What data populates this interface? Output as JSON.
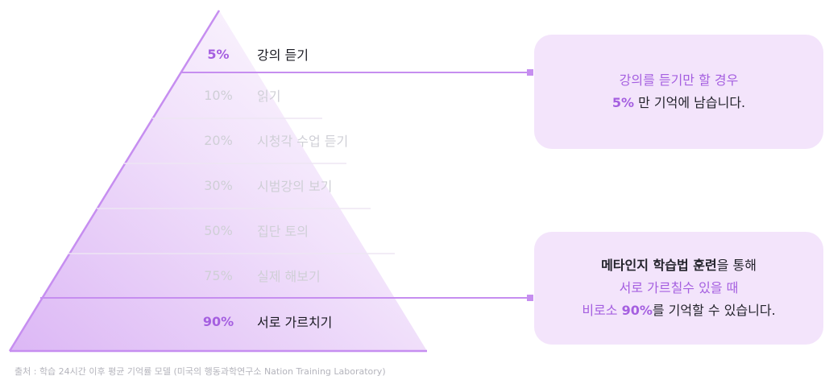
{
  "levels": [
    {
      "percent": "5%",
      "label": "강의 듣기"
    },
    {
      "percent": "10%",
      "label": "읽기"
    },
    {
      "percent": "20%",
      "label": "시청각 수업 듣기"
    },
    {
      "percent": "30%",
      "label": "시범강의 보기"
    },
    {
      "percent": "50%",
      "label": "집단 토의"
    },
    {
      "percent": "75%",
      "label": "실제 해보기"
    },
    {
      "percent": "90%",
      "label": "서로 가르치기"
    }
  ],
  "callout_top": {
    "line1": "강의를 듣기만 할 경우",
    "line2_highlight": "5%",
    "line2_rest": " 만 기억에 남습니다."
  },
  "callout_bottom": {
    "line1_bold": "메타인지 학습법 훈련",
    "line1_rest": "을 통해",
    "line2": "서로 가르칠수 있을 때",
    "line3_pre": "비로소 ",
    "line3_highlight": "90%",
    "line3_rest": "를 기억할 수 있습니다."
  },
  "source": "출처 : 학습 24시간 이후 평균 기억률 모델 (미국의 행동과학연구소 Nation Training Laboratory)",
  "colors": {
    "accent": "#a55fe0",
    "line": "#c68ef0",
    "callout_bg": "#f3e4fb"
  }
}
